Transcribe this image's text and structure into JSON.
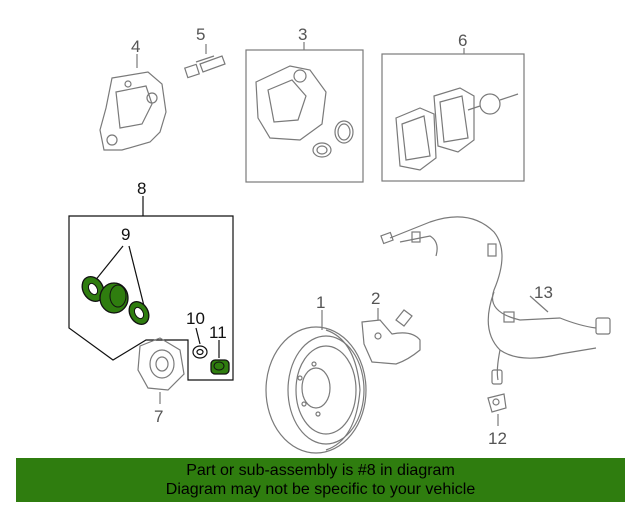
{
  "callouts": {
    "c1": "1",
    "c2": "2",
    "c3": "3",
    "c4": "4",
    "c5": "5",
    "c6": "6",
    "c7": "7",
    "c8": "8",
    "c9": "9",
    "c10": "10",
    "c11": "11",
    "c12": "12",
    "c13": "13"
  },
  "banner": {
    "line1": "Part or sub-assembly is #8 in diagram",
    "line2": "Diagram may not be specific to your vehicle"
  },
  "colors": {
    "highlight": "#2f7d0f",
    "line": "#7a7a7a",
    "banner_bg": "#2f7d0f"
  }
}
